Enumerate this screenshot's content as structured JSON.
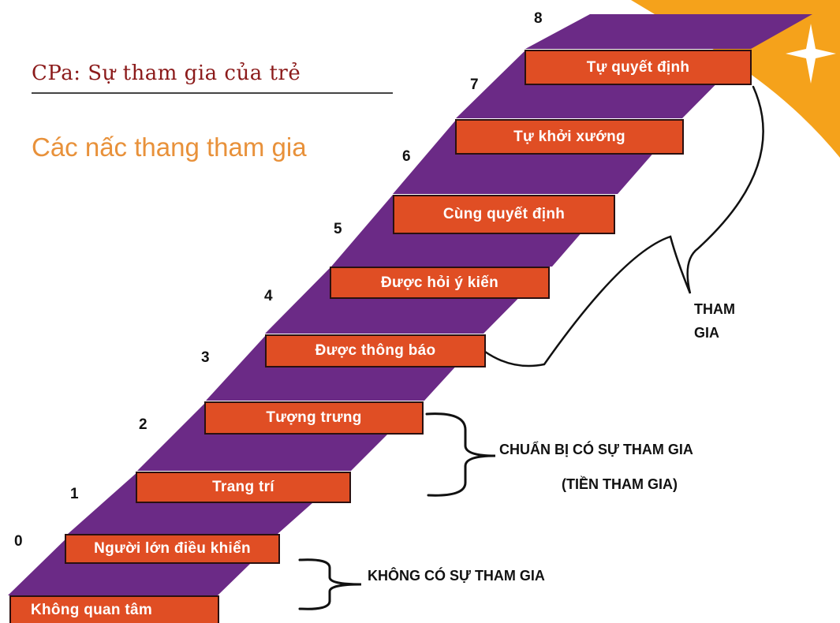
{
  "header": {
    "title": "CPa: Sự tham gia của trẻ",
    "subtitle": "Các nấc thang tham gia"
  },
  "colors": {
    "tread": "#6B2A86",
    "riser": "#E04E24",
    "title": "#8B1A1A",
    "subtitle": "#E8913A",
    "corner_accent": "#F5A21B"
  },
  "steps": [
    {
      "number": "",
      "label": "Không quan tâm"
    },
    {
      "number": "0",
      "label": "Người lớn điều khiển"
    },
    {
      "number": "1",
      "label": "Trang trí"
    },
    {
      "number": "2",
      "label": "Tượng trưng"
    },
    {
      "number": "3",
      "label": "Được thông báo"
    },
    {
      "number": "4",
      "label": "Được hỏi ý kiến"
    },
    {
      "number": "5",
      "label": "Cùng quyết định"
    },
    {
      "number": "6",
      "label": "Tự khởi xướng"
    },
    {
      "number": "7",
      "label": "Tự quyết định"
    },
    {
      "number": "8",
      "label": ""
    }
  ],
  "groups": {
    "participation_line1": "THAM",
    "participation_line2": "GIA",
    "pre_line1": "CHUẨN  BỊ CÓ SỰ THAM GIA",
    "pre_line2": "(TIỀN  THAM GIA)",
    "none": "KHÔNG  CÓ SỰ THAM GIA"
  }
}
